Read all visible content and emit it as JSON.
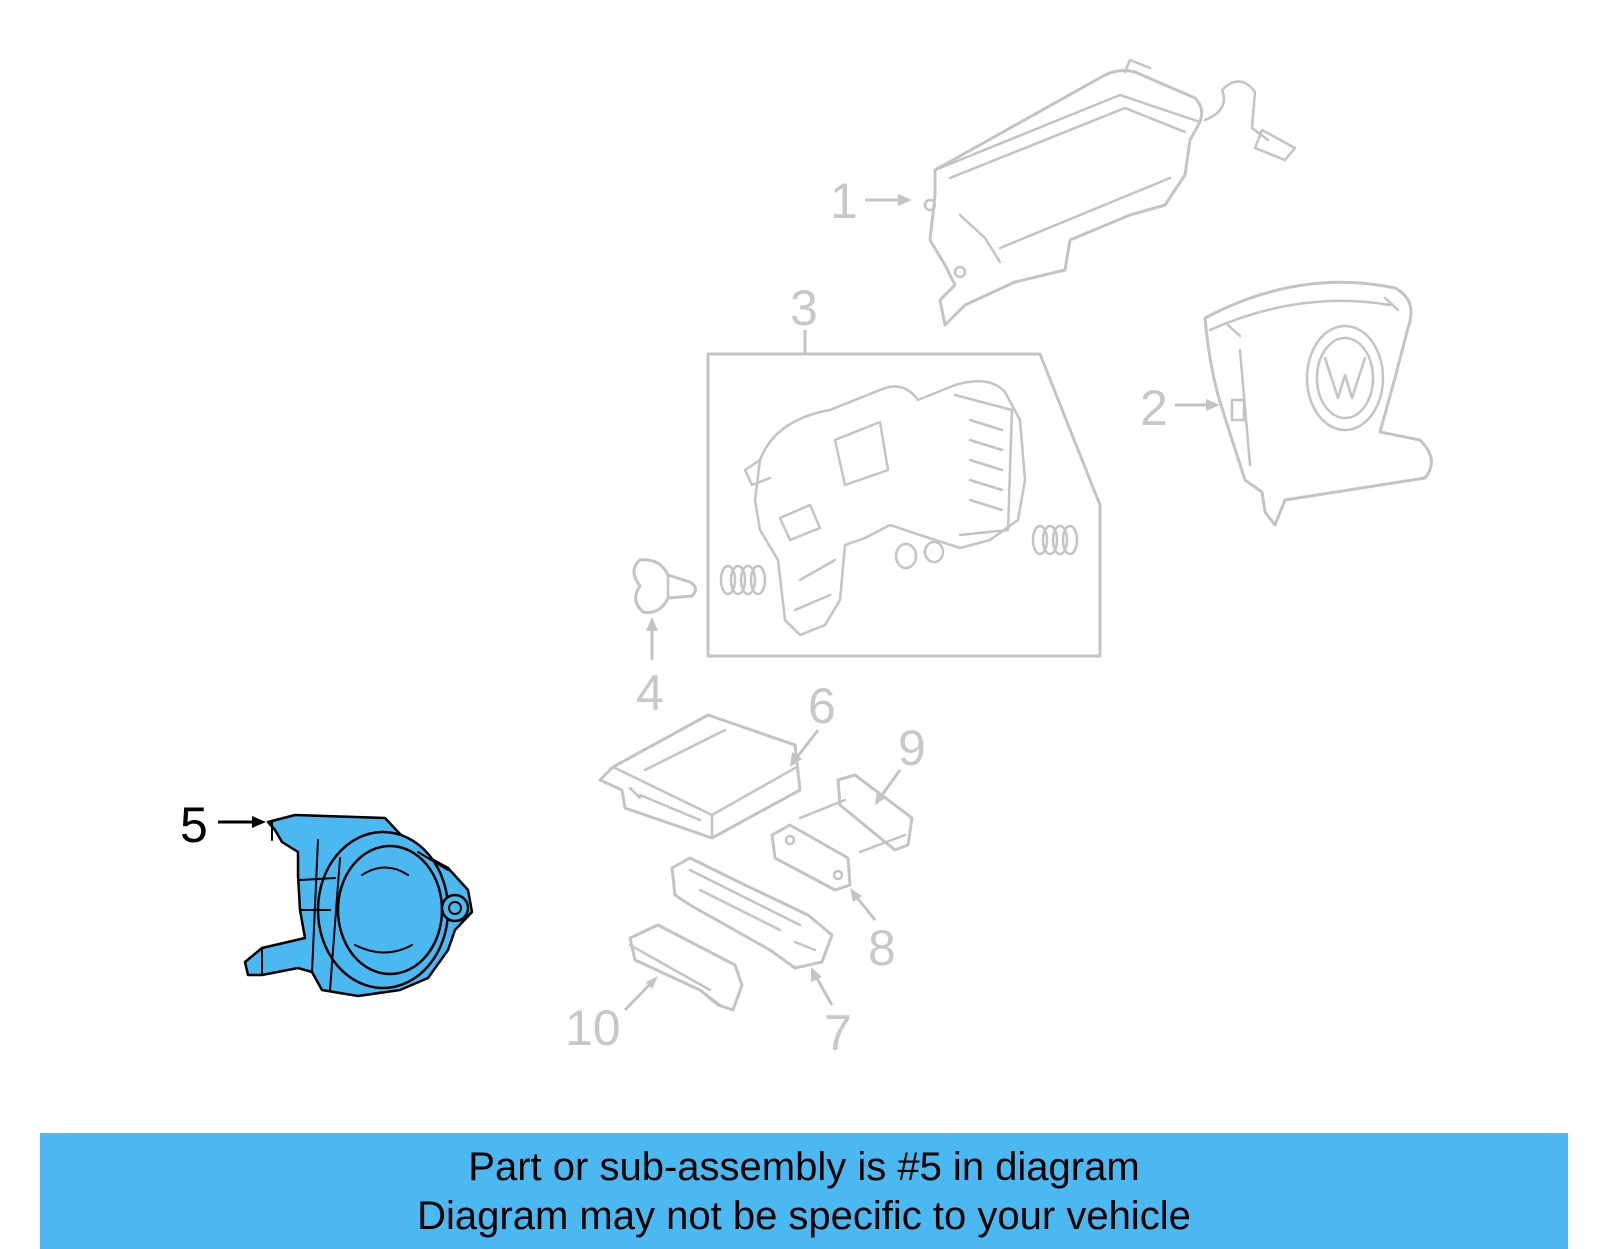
{
  "callouts": [
    {
      "id": "1",
      "label": "1",
      "highlighted": false
    },
    {
      "id": "2",
      "label": "2",
      "highlighted": false
    },
    {
      "id": "3",
      "label": "3",
      "highlighted": false
    },
    {
      "id": "4",
      "label": "4",
      "highlighted": false
    },
    {
      "id": "5",
      "label": "5",
      "highlighted": true
    },
    {
      "id": "6",
      "label": "6",
      "highlighted": false
    },
    {
      "id": "7",
      "label": "7",
      "highlighted": false
    },
    {
      "id": "8",
      "label": "8",
      "highlighted": false
    },
    {
      "id": "9",
      "label": "9",
      "highlighted": false
    },
    {
      "id": "10",
      "label": "10",
      "highlighted": false
    }
  ],
  "banner": {
    "line1": "Part or sub-assembly is #5 in diagram",
    "line2": "Diagram may not be specific to your vehicle"
  },
  "colors": {
    "highlight": "#4bb8f1",
    "parts_outline": "#c4c4c4",
    "banner_bg": "#4bb8f1",
    "active_label": "#000000"
  }
}
